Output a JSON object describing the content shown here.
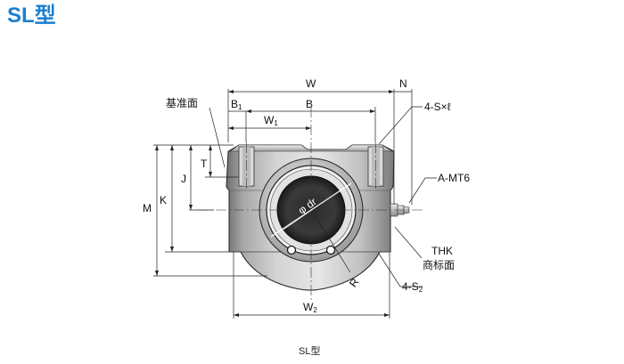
{
  "title": "SL型",
  "caption": "SL型",
  "labels": {
    "W": "W",
    "N": "N",
    "B1": "B",
    "B1_sub": "1",
    "B": "B",
    "W1": "W",
    "W1_sub": "1",
    "base_surface": "基准面",
    "S_holes": "4-S×ℓ",
    "T": "T",
    "J": "J",
    "K": "K",
    "M": "M",
    "A_MT6": "A-MT6",
    "dr": "φ dr",
    "THK": "THK",
    "brand_surface": "商标面",
    "R": "R",
    "S2": "4-S",
    "S2_sub": "2",
    "W2": "W",
    "W2_sub": "2"
  }
}
